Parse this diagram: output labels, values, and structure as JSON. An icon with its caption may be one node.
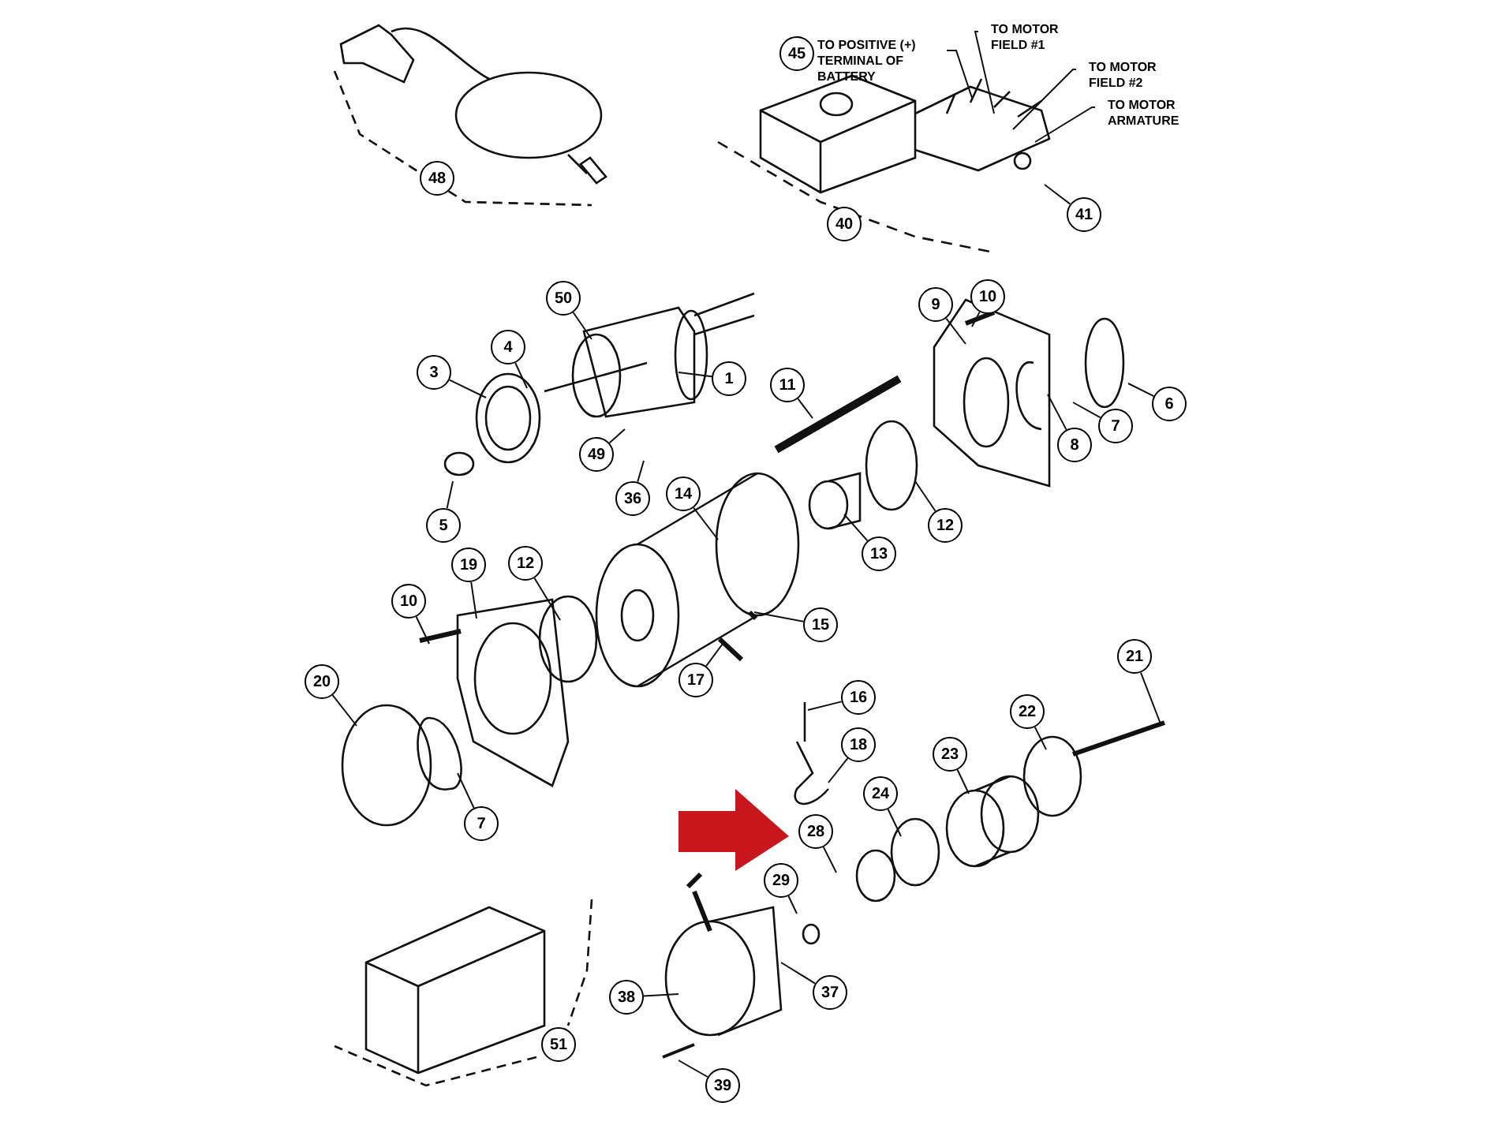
{
  "diagram": {
    "nodes": [
      {
        "text": [
          "48"
        ]
      },
      {
        "text": [
          "45"
        ]
      },
      {
        "text": [
          "TO POSITIVE (+) TERMINAL OF BATTERY"
        ]
      },
      {
        "text": [
          "TO MOTOR FIELD #1"
        ]
      },
      {
        "text": [
          "TO MOTOR FIELD #2"
        ]
      },
      {
        "text": [
          "TO MOTOR ARMATURE"
        ]
      },
      {
        "text": [
          "40"
        ]
      },
      {
        "text": [
          "41"
        ]
      },
      {
        "text": [
          "50"
        ]
      },
      {
        "text": [
          "10"
        ]
      },
      {
        "text": [
          "9"
        ]
      },
      {
        "text": [
          "4"
        ]
      },
      {
        "text": [
          "3"
        ]
      },
      {
        "text": [
          "1"
        ]
      },
      {
        "text": [
          "11"
        ]
      },
      {
        "text": [
          "6"
        ]
      },
      {
        "text": [
          "7"
        ]
      },
      {
        "text": [
          "8"
        ]
      },
      {
        "text": [
          "49"
        ]
      },
      {
        "text": [
          "5"
        ]
      },
      {
        "text": [
          "36"
        ]
      },
      {
        "text": [
          "12"
        ]
      },
      {
        "text": [
          "14"
        ]
      },
      {
        "text": [
          "13"
        ]
      },
      {
        "text": [
          "19"
        ]
      },
      {
        "text": [
          "12"
        ]
      },
      {
        "text": [
          "10"
        ]
      },
      {
        "text": [
          "15"
        ]
      },
      {
        "text": [
          "20"
        ]
      },
      {
        "text": [
          "17"
        ]
      },
      {
        "text": [
          "16"
        ]
      },
      {
        "text": [
          "21"
        ]
      },
      {
        "text": [
          "22"
        ]
      },
      {
        "text": [
          "18"
        ]
      },
      {
        "text": [
          "23"
        ]
      },
      {
        "text": [
          "7"
        ]
      },
      {
        "text": [
          "24"
        ]
      },
      {
        "text": [
          "28"
        ]
      },
      {
        "text": [
          "29"
        ]
      },
      {
        "text": [
          "37"
        ]
      },
      {
        "text": [
          "38"
        ]
      },
      {
        "text": [
          "51"
        ]
      },
      {
        "text": [
          "39"
        ]
      }
    ],
    "edges": [
      {
        "from": 2,
        "to": null,
        "arrow": "none"
      },
      {
        "from": 3,
        "to": null,
        "arrow": "none"
      },
      {
        "from": 4,
        "to": null,
        "arrow": "none"
      },
      {
        "from": 5,
        "to": null,
        "arrow": "none"
      },
      {
        "from": 7,
        "to": null,
        "arrow": "none"
      },
      {
        "from": 8,
        "to": null,
        "arrow": "none"
      },
      {
        "from": 9,
        "to": null,
        "arrow": "none"
      },
      {
        "from": 10,
        "to": null,
        "arrow": "none"
      },
      {
        "from": 11,
        "to": null,
        "arrow": "none"
      },
      {
        "from": 12,
        "to": null,
        "arrow": "none"
      },
      {
        "from": 13,
        "to": null,
        "arrow": "none"
      },
      {
        "from": 14,
        "to": null,
        "arrow": "none"
      },
      {
        "from": 15,
        "to": null,
        "arrow": "none"
      },
      {
        "from": 16,
        "to": null,
        "arrow": "none"
      },
      {
        "from": 17,
        "to": null,
        "arrow": "none"
      },
      {
        "from": 18,
        "to": null,
        "arrow": "none"
      },
      {
        "from": 19,
        "to": null,
        "arrow": "none"
      },
      {
        "from": 20,
        "to": null,
        "arrow": "none"
      },
      {
        "from": 21,
        "to": null,
        "arrow": "none"
      },
      {
        "from": 22,
        "to": null,
        "arrow": "none"
      },
      {
        "from": 23,
        "to": null,
        "arrow": "none"
      },
      {
        "from": 24,
        "to": null,
        "arrow": "none"
      },
      {
        "from": 25,
        "to": null,
        "arrow": "none"
      },
      {
        "from": 26,
        "to": null,
        "arrow": "none"
      },
      {
        "from": 27,
        "to": null,
        "arrow": "none"
      },
      {
        "from": 28,
        "to": null,
        "arrow": "none"
      },
      {
        "from": 29,
        "to": null,
        "arrow": "none"
      },
      {
        "from": 30,
        "to": null,
        "arrow": "none"
      },
      {
        "from": 31,
        "to": null,
        "arrow": "none"
      },
      {
        "from": 32,
        "to": null,
        "arrow": "none"
      },
      {
        "from": 33,
        "to": null,
        "arrow": "none"
      },
      {
        "from": 34,
        "to": null,
        "arrow": "none"
      },
      {
        "from": 35,
        "to": null,
        "arrow": "none"
      },
      {
        "from": 36,
        "to": null,
        "arrow": "none"
      },
      {
        "from": 37,
        "to": null,
        "arrow": "none"
      },
      {
        "from": 38,
        "to": null,
        "arrow": "none"
      },
      {
        "from": 39,
        "to": null,
        "arrow": "none"
      },
      {
        "from": 40,
        "to": null,
        "arrow": "none"
      },
      {
        "from": 42,
        "to": null,
        "arrow": "none"
      }
    ]
  }
}
